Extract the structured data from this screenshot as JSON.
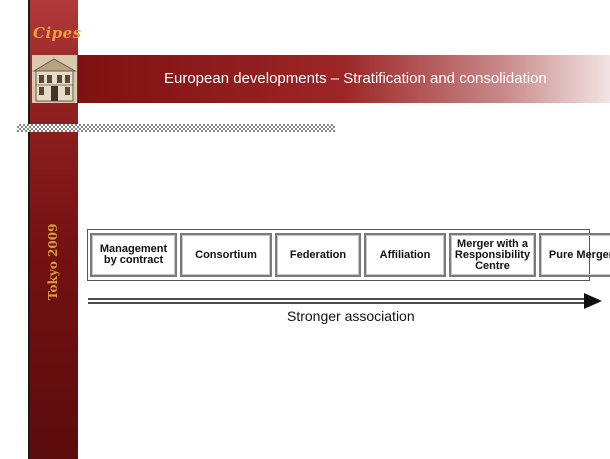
{
  "slide": {
    "logo_text": "Cipes",
    "title": "European developments – Stratification and consolidation",
    "side_label": "Tokyo 2009"
  },
  "boxes": [
    {
      "label": "Management by contract"
    },
    {
      "label": "Consortium"
    },
    {
      "label": "Federation"
    },
    {
      "label": "Affiliation"
    },
    {
      "label": "Merger with a Responsibility Centre"
    },
    {
      "label": "Pure Merger"
    }
  ],
  "arrow": {
    "label": "Stronger association"
  },
  "colors": {
    "sidebar": "#7a1414",
    "accent_text": "#d99a3a",
    "title_text": "#ffffff"
  },
  "icons": {
    "building": "building-image"
  }
}
